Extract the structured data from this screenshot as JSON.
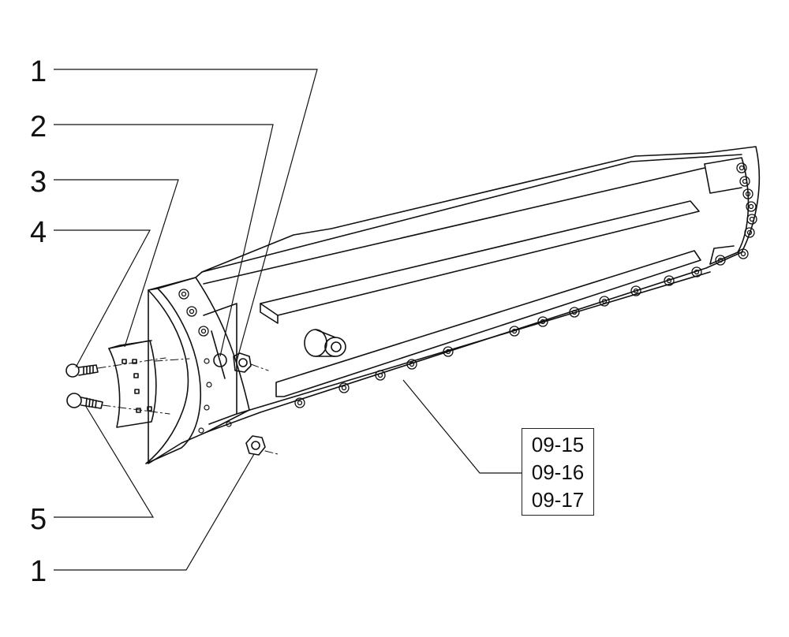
{
  "callouts": [
    {
      "id": "c1a",
      "label": "1"
    },
    {
      "id": "c2",
      "label": "2"
    },
    {
      "id": "c3",
      "label": "3"
    },
    {
      "id": "c4",
      "label": "4"
    },
    {
      "id": "c5",
      "label": "5"
    },
    {
      "id": "c1b",
      "label": "1"
    }
  ],
  "reference_box": {
    "labels": [
      "09-15",
      "09-16",
      "09-17"
    ]
  },
  "colors": {
    "line": "#111111",
    "background": "#ffffff"
  }
}
